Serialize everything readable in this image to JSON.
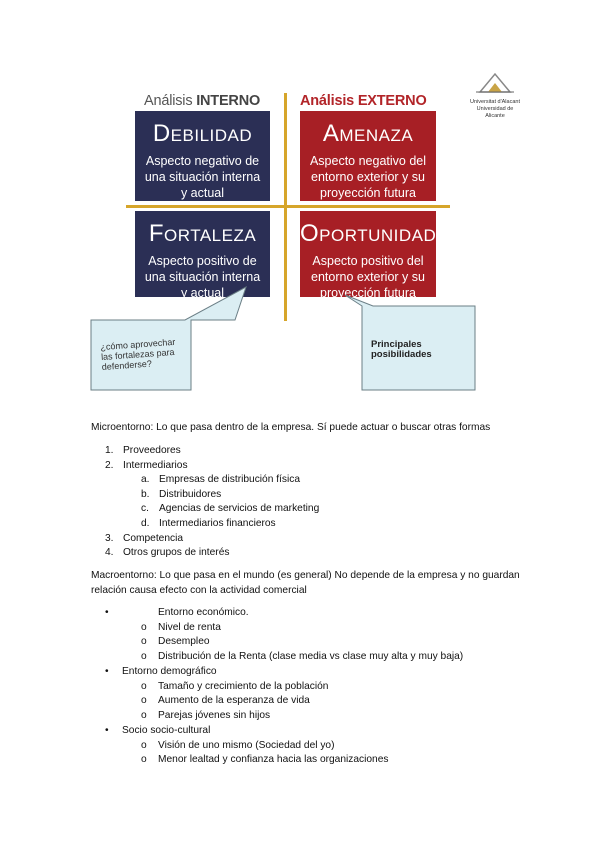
{
  "swot": {
    "internal_header_light": "Análisis ",
    "internal_header_bold": "INTERNO",
    "external_header": "Análisis EXTERNO",
    "logo": {
      "line1": "Universitat d'Alacant",
      "line2": "Universidad de Alicante"
    },
    "quadrants": [
      {
        "cap": "D",
        "rest": "EBILIDAD",
        "desc": "Aspecto negativo de una situación interna y actual"
      },
      {
        "cap": "A",
        "rest": "MENAZA",
        "desc": "Aspecto negativo del entorno exterior y su proyección futura"
      },
      {
        "cap": "F",
        "rest": "ORTALEZA",
        "desc": "Aspecto positivo de una situación interna y actual"
      },
      {
        "cap": "O",
        "rest": "PORTUNIDAD",
        "desc": "Aspecto positivo del entorno exterior y su proyección futura"
      }
    ],
    "callout_left": "¿cómo aprovechar las fortalezas para defenderse?",
    "callout_right": "Principales posibilidades",
    "colors": {
      "navy": "#2b2f55",
      "red": "#a71f25",
      "gold": "#d6a52a",
      "callout": "#dbeef3"
    }
  },
  "doc": {
    "micro_intro": "Microentorno: Lo que pasa dentro de la empresa. Sí puede actuar o buscar otras formas",
    "micro_list": [
      {
        "marker": "1.",
        "text": "Proveedores"
      },
      {
        "marker": "2.",
        "text": "Intermediarios"
      },
      {
        "marker": "a.",
        "text": "Empresas de distribución física"
      },
      {
        "marker": "b.",
        "text": "Distribuidores"
      },
      {
        "marker": "c.",
        "text": "Agencias de servicios de marketing"
      },
      {
        "marker": "d.",
        "text": "Intermediarios financieros"
      },
      {
        "marker": "3.",
        "text": "Competencia"
      },
      {
        "marker": "4.",
        "text": "Otros grupos de interés"
      }
    ],
    "macro_intro_line1": "Macroentorno: Lo que pasa en el mundo (es general) No depende de la empresa y no guardan",
    "macro_intro_line2": "relación causa efecto con la actividad comercial",
    "macro_list": [
      {
        "marker": "•",
        "text": "Entorno económico."
      },
      {
        "marker": "o",
        "text": "Nivel de renta"
      },
      {
        "marker": "o",
        "text": "Desempleo"
      },
      {
        "marker": "o",
        "text": "Distribución de la Renta (clase media vs clase muy alta y muy baja)"
      },
      {
        "marker": "•",
        "text": "Entorno demográfico"
      },
      {
        "marker": "o",
        "text": "Tamaño y crecimiento de la población"
      },
      {
        "marker": "o",
        "text": "Aumento de la esperanza de vida"
      },
      {
        "marker": "o",
        "text": "Parejas jóvenes sin hijos"
      },
      {
        "marker": "•",
        "text": "Socio socio-cultural"
      },
      {
        "marker": "o",
        "text": "Visión de uno mismo (Sociedad del yo)"
      },
      {
        "marker": "o",
        "text": "Menor lealtad y confianza hacia las organizaciones"
      }
    ]
  }
}
